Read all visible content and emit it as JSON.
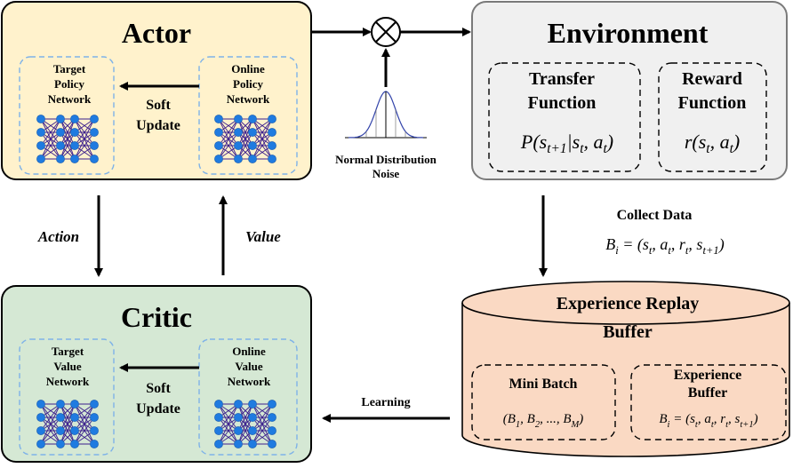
{
  "colors": {
    "actor_fill": "#fff2cc",
    "critic_fill": "#d5e8d4",
    "env_fill": "#f0f0f0",
    "buffer_fill": "#fad9c3",
    "network_border": "#7eb2e8",
    "node_fill": "#1f7be0",
    "edge_color": "#3a1e8c"
  },
  "actor": {
    "title": "Actor",
    "target": "Target Policy Network",
    "online": "Online Policy Network",
    "update": [
      "Soft",
      "Update"
    ]
  },
  "critic": {
    "title": "Critic",
    "target": "Target Value Network",
    "online": "Online Value Network",
    "update": [
      "Soft",
      "Update"
    ]
  },
  "environment": {
    "title": "Environment",
    "transfer": [
      "Transfer",
      "Function"
    ],
    "transfer_formula": "P(s_{t+1}|s_t, a_t)",
    "reward": [
      "Reward",
      "Function"
    ],
    "reward_formula": "r(s_t, a_t)"
  },
  "noise": {
    "label": [
      "Normal Distribution",
      "Noise"
    ],
    "icon": "gaussian-curve"
  },
  "edges": {
    "action": "Action",
    "value": "Value",
    "collect": "Collect Data",
    "collect_formula": "B_i = (s_t, a_t, r_t, s_{t+1})",
    "learning": "Learning"
  },
  "buffer": {
    "title": [
      "Experience Replay",
      "Buffer"
    ],
    "mini_batch": "Mini Batch",
    "mini_batch_formula": "(B_1, B_2, ..., B_M)",
    "exp_buffer": [
      "Experience",
      "Buffer"
    ],
    "exp_formula": "B_i = (s_t, a_t, r_t, s_{t+1})"
  }
}
